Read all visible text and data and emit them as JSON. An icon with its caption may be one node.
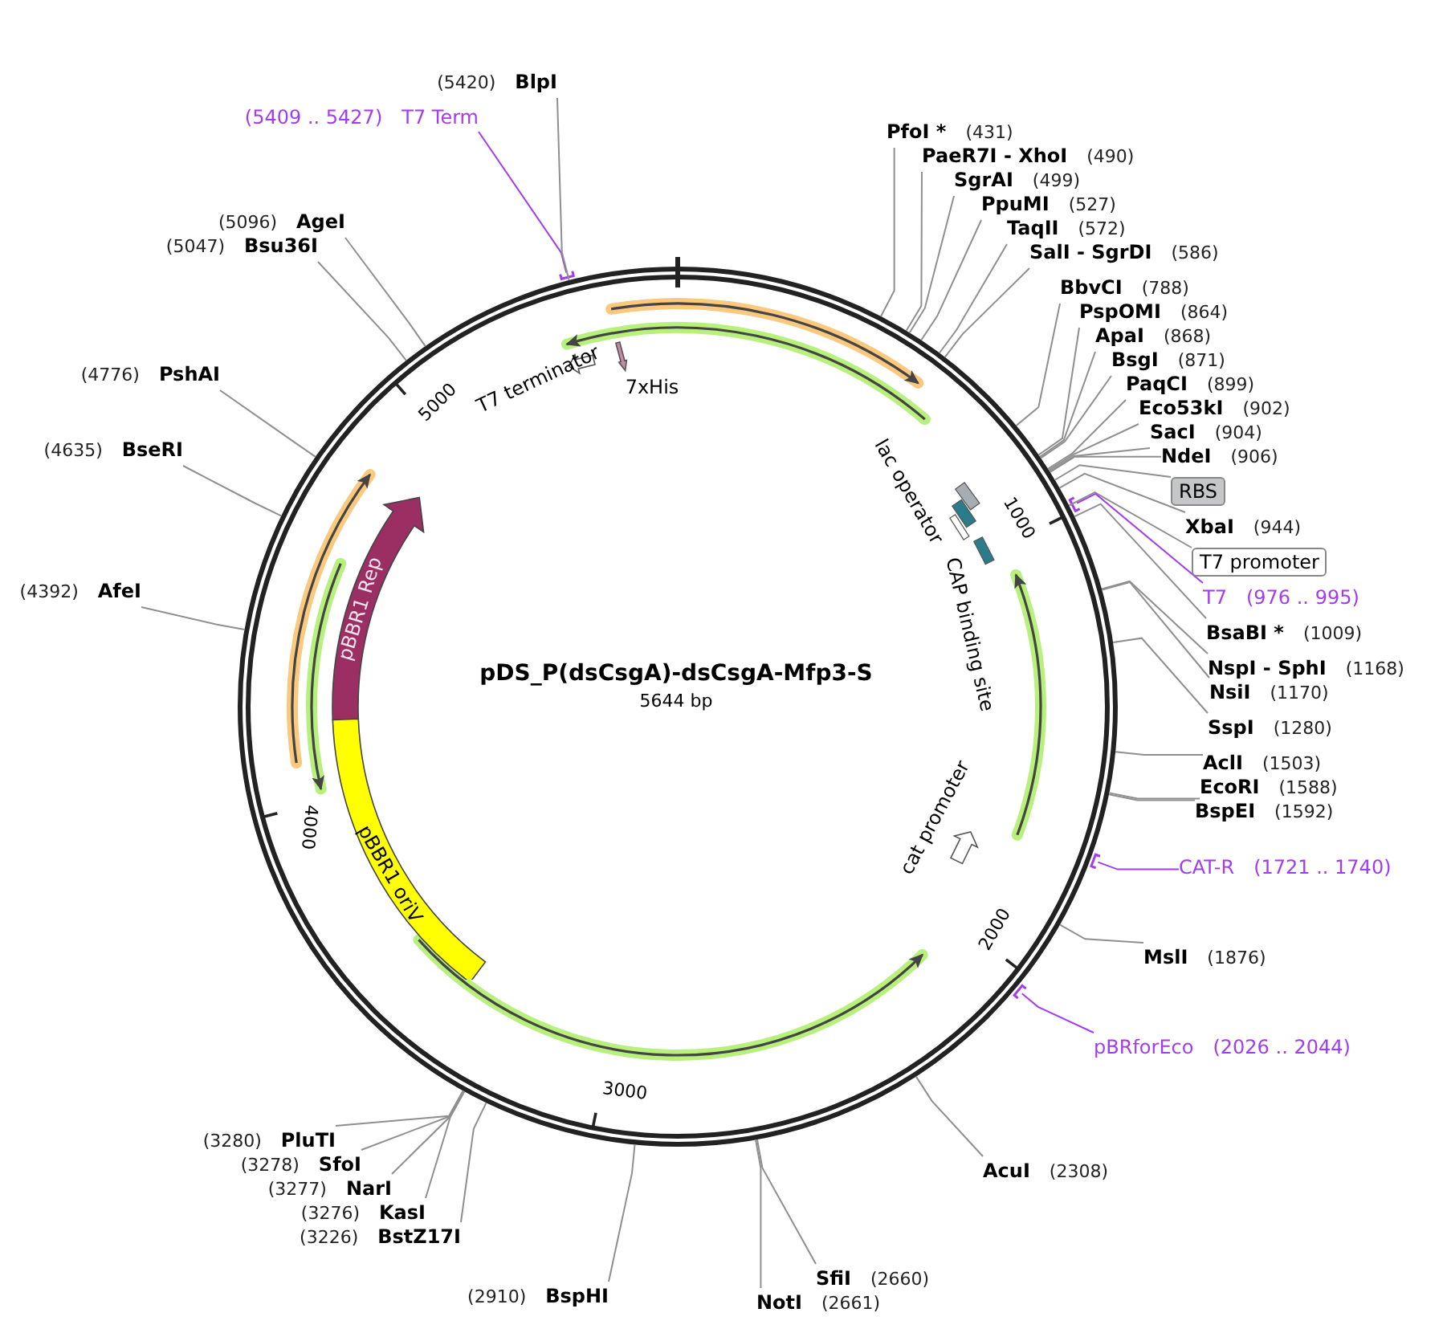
{
  "diagram": {
    "title": "pDS_P(dsCsgA)-dsCsgA-Mfp3-S",
    "nodes": [
      {
        "text": [
          "PfoI *",
          "(431)"
        ]
      },
      {
        "text": [
          "PaeR7I - XhoI",
          "(490)"
        ]
      },
      {
        "text": [
          "SgrAI",
          "(499)"
        ]
      },
      {
        "text": [
          "PpuMI",
          "(527)"
        ]
      },
      {
        "text": [
          "TaqII",
          "(572)"
        ]
      },
      {
        "text": [
          "SalI - SgrDI",
          "(586)"
        ]
      },
      {
        "text": [
          "BbvCI",
          "(788)"
        ]
      },
      {
        "text": [
          "PspOMI",
          "(864)"
        ]
      },
      {
        "text": [
          "ApaI",
          "(868)"
        ]
      },
      {
        "text": [
          "BsgI",
          "(871)"
        ]
      },
      {
        "text": [
          "PaqCI",
          "(899)"
        ]
      },
      {
        "text": [
          "Eco53kI",
          "(902)"
        ]
      },
      {
        "text": [
          "SacI",
          "(904)"
        ]
      },
      {
        "text": [
          "NdeI",
          "(906)"
        ]
      },
      {
        "text": [
          "RBS"
        ]
      },
      {
        "text": [
          "XbaI",
          "(944)"
        ]
      },
      {
        "text": [
          "T7 promoter"
        ]
      },
      {
        "text": [
          "T7",
          "(976 .. 995)"
        ]
      },
      {
        "text": [
          "BsaBI *",
          "(1009)"
        ]
      },
      {
        "text": [
          "NspI - SphI",
          "(1168)"
        ]
      },
      {
        "text": [
          "NsiI",
          "(1170)"
        ]
      },
      {
        "text": [
          "SspI",
          "(1280)"
        ]
      },
      {
        "text": [
          "AclI",
          "(1503)"
        ]
      },
      {
        "text": [
          "EcoRI",
          "(1588)"
        ]
      },
      {
        "text": [
          "BspEI",
          "(1592)"
        ]
      },
      {
        "text": [
          "CAT-R",
          "(1721 .. 1740)"
        ]
      },
      {
        "text": [
          "MslI",
          "(1876)"
        ]
      },
      {
        "text": [
          "pBRforEco",
          "(2026 .. 2044)"
        ]
      },
      {
        "text": [
          "AcuI",
          "(2308)"
        ]
      },
      {
        "text": [
          "SfiI",
          "(2660)"
        ]
      },
      {
        "text": [
          "NotI",
          "(2661)"
        ]
      },
      {
        "text": [
          "(2910)",
          "BspHI"
        ]
      },
      {
        "text": [
          "(3226)",
          "BstZ17I"
        ]
      },
      {
        "text": [
          "(3276)",
          "KasI"
        ]
      },
      {
        "text": [
          "(3277)",
          "NarI"
        ]
      },
      {
        "text": [
          "(3278)",
          "SfoI"
        ]
      },
      {
        "text": [
          "(3280)",
          "PluTI"
        ]
      },
      {
        "text": [
          "(4392)",
          "AfeI"
        ]
      },
      {
        "text": [
          "(4635)",
          "BseRI"
        ]
      },
      {
        "text": [
          "(4776)",
          "PshAI"
        ]
      },
      {
        "text": [
          "(5047)",
          "Bsu36I"
        ]
      },
      {
        "text": [
          "(5096)",
          "AgeI"
        ]
      },
      {
        "text": [
          "(5409 .. 5427)",
          "T7 Term"
        ]
      },
      {
        "text": [
          "(5420)",
          "BlpI"
        ]
      },
      {
        "text": [
          "pBBR1 Rep"
        ]
      },
      {
        "text": [
          "pBBR1 oriV"
        ]
      }
    ],
    "edges": [
      {
        "from": 0,
        "to": null,
        "arrow": "none"
      },
      {
        "from": 1,
        "to": null,
        "arrow": "none"
      },
      {
        "from": 2,
        "to": null,
        "arrow": "none"
      },
      {
        "from": 3,
        "to": null,
        "arrow": "none"
      },
      {
        "from": 4,
        "to": null,
        "arrow": "none"
      },
      {
        "from": 5,
        "to": null,
        "arrow": "none"
      },
      {
        "from": 6,
        "to": null,
        "arrow": "none"
      },
      {
        "from": 7,
        "to": null,
        "arrow": "none"
      },
      {
        "from": 8,
        "to": null,
        "arrow": "none"
      },
      {
        "from": 9,
        "to": null,
        "arrow": "none"
      },
      {
        "from": 10,
        "to": null,
        "arrow": "none"
      },
      {
        "from": 11,
        "to": null,
        "arrow": "none"
      },
      {
        "from": 12,
        "to": null,
        "arrow": "none"
      },
      {
        "from": 13,
        "to": null,
        "arrow": "none"
      },
      {
        "from": 14,
        "to": null,
        "arrow": "none"
      },
      {
        "from": 15,
        "to": null,
        "arrow": "none"
      },
      {
        "from": 16,
        "to": null,
        "arrow": "none"
      },
      {
        "from": 17,
        "to": null,
        "arrow": "none",
        "color": "#a13cf2"
      },
      {
        "from": 18,
        "to": null,
        "arrow": "none"
      },
      {
        "from": 19,
        "to": null,
        "arrow": "none"
      },
      {
        "from": 20,
        "to": null,
        "arrow": "none"
      },
      {
        "from": 21,
        "to": null,
        "arrow": "none"
      },
      {
        "from": 22,
        "to": null,
        "arrow": "none"
      },
      {
        "from": 23,
        "to": null,
        "arrow": "none"
      },
      {
        "from": 24,
        "to": null,
        "arrow": "none"
      },
      {
        "from": 25,
        "to": null,
        "arrow": "none",
        "color": "#a13cf2"
      },
      {
        "from": 26,
        "to": null,
        "arrow": "none"
      },
      {
        "from": 27,
        "to": null,
        "arrow": "none",
        "color": "#a13cf2"
      },
      {
        "from": 28,
        "to": null,
        "arrow": "none"
      },
      {
        "from": 29,
        "to": null,
        "arrow": "none"
      },
      {
        "from": 30,
        "to": null,
        "arrow": "none"
      },
      {
        "from": 31,
        "to": null,
        "arrow": "none"
      },
      {
        "from": 32,
        "to": null,
        "arrow": "none"
      },
      {
        "from": 33,
        "to": null,
        "arrow": "none"
      },
      {
        "from": 34,
        "to": null,
        "arrow": "none"
      },
      {
        "from": 35,
        "to": null,
        "arrow": "none"
      },
      {
        "from": 36,
        "to": null,
        "arrow": "none"
      },
      {
        "from": 37,
        "to": null,
        "arrow": "none"
      },
      {
        "from": 38,
        "to": null,
        "arrow": "none"
      },
      {
        "from": 39,
        "to": null,
        "arrow": "none"
      },
      {
        "from": 40,
        "to": null,
        "arrow": "none"
      },
      {
        "from": 41,
        "to": null,
        "arrow": "none"
      },
      {
        "from": 42,
        "to": null,
        "arrow": "none",
        "color": "#a13cf2"
      },
      {
        "from": 43,
        "to": null,
        "arrow": "none"
      }
    ],
    "labels": [
      "5644 bp",
      "T7 terminator",
      "7xHis",
      "lac operator",
      "CAP binding site",
      "cat promoter",
      "1000",
      "2000",
      "3000",
      "4000",
      "5000"
    ]
  }
}
